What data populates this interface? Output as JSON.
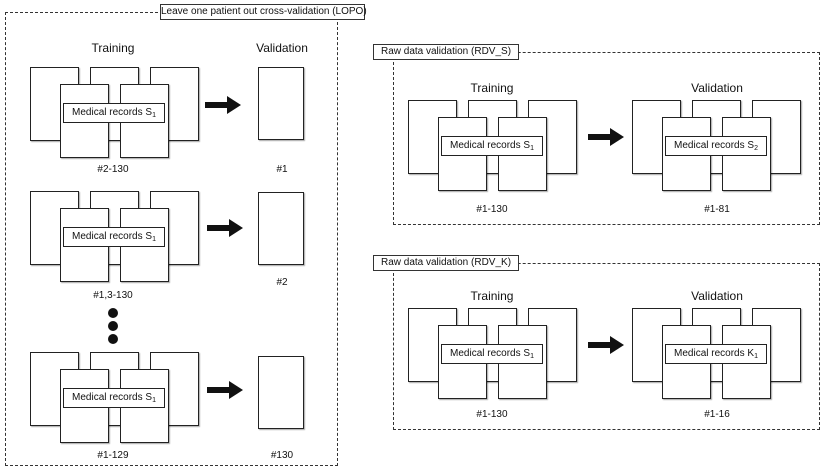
{
  "lopo": {
    "title": "Leave one patient out cross-validation (LOPO)",
    "training_header": "Training",
    "validation_header": "Validation",
    "folds": [
      {
        "training_label": "Medical records S",
        "training_label_sub": "1",
        "training_range": "#2-130",
        "validation_range": "#1"
      },
      {
        "training_label": "Medical records S",
        "training_label_sub": "1",
        "training_range": "#1,3-130",
        "validation_range": "#2"
      },
      {
        "training_label": "Medical records S",
        "training_label_sub": "1",
        "training_range": "#1-129",
        "validation_range": "#130"
      }
    ]
  },
  "rdv_s": {
    "title": "Raw data validation (RDV_S)",
    "training_header": "Training",
    "validation_header": "Validation",
    "training_label": "Medical records S",
    "training_label_sub": "1",
    "validation_label": "Medical records S",
    "validation_label_sub": "2",
    "training_range": "#1-130",
    "validation_range": "#1-81"
  },
  "rdv_k": {
    "title": "Raw data validation (RDV_K)",
    "training_header": "Training",
    "validation_header": "Validation",
    "training_label": "Medical records S",
    "training_label_sub": "1",
    "validation_label": "Medical records K",
    "validation_label_sub": "1",
    "training_range": "#1-130",
    "validation_range": "#1-16"
  }
}
